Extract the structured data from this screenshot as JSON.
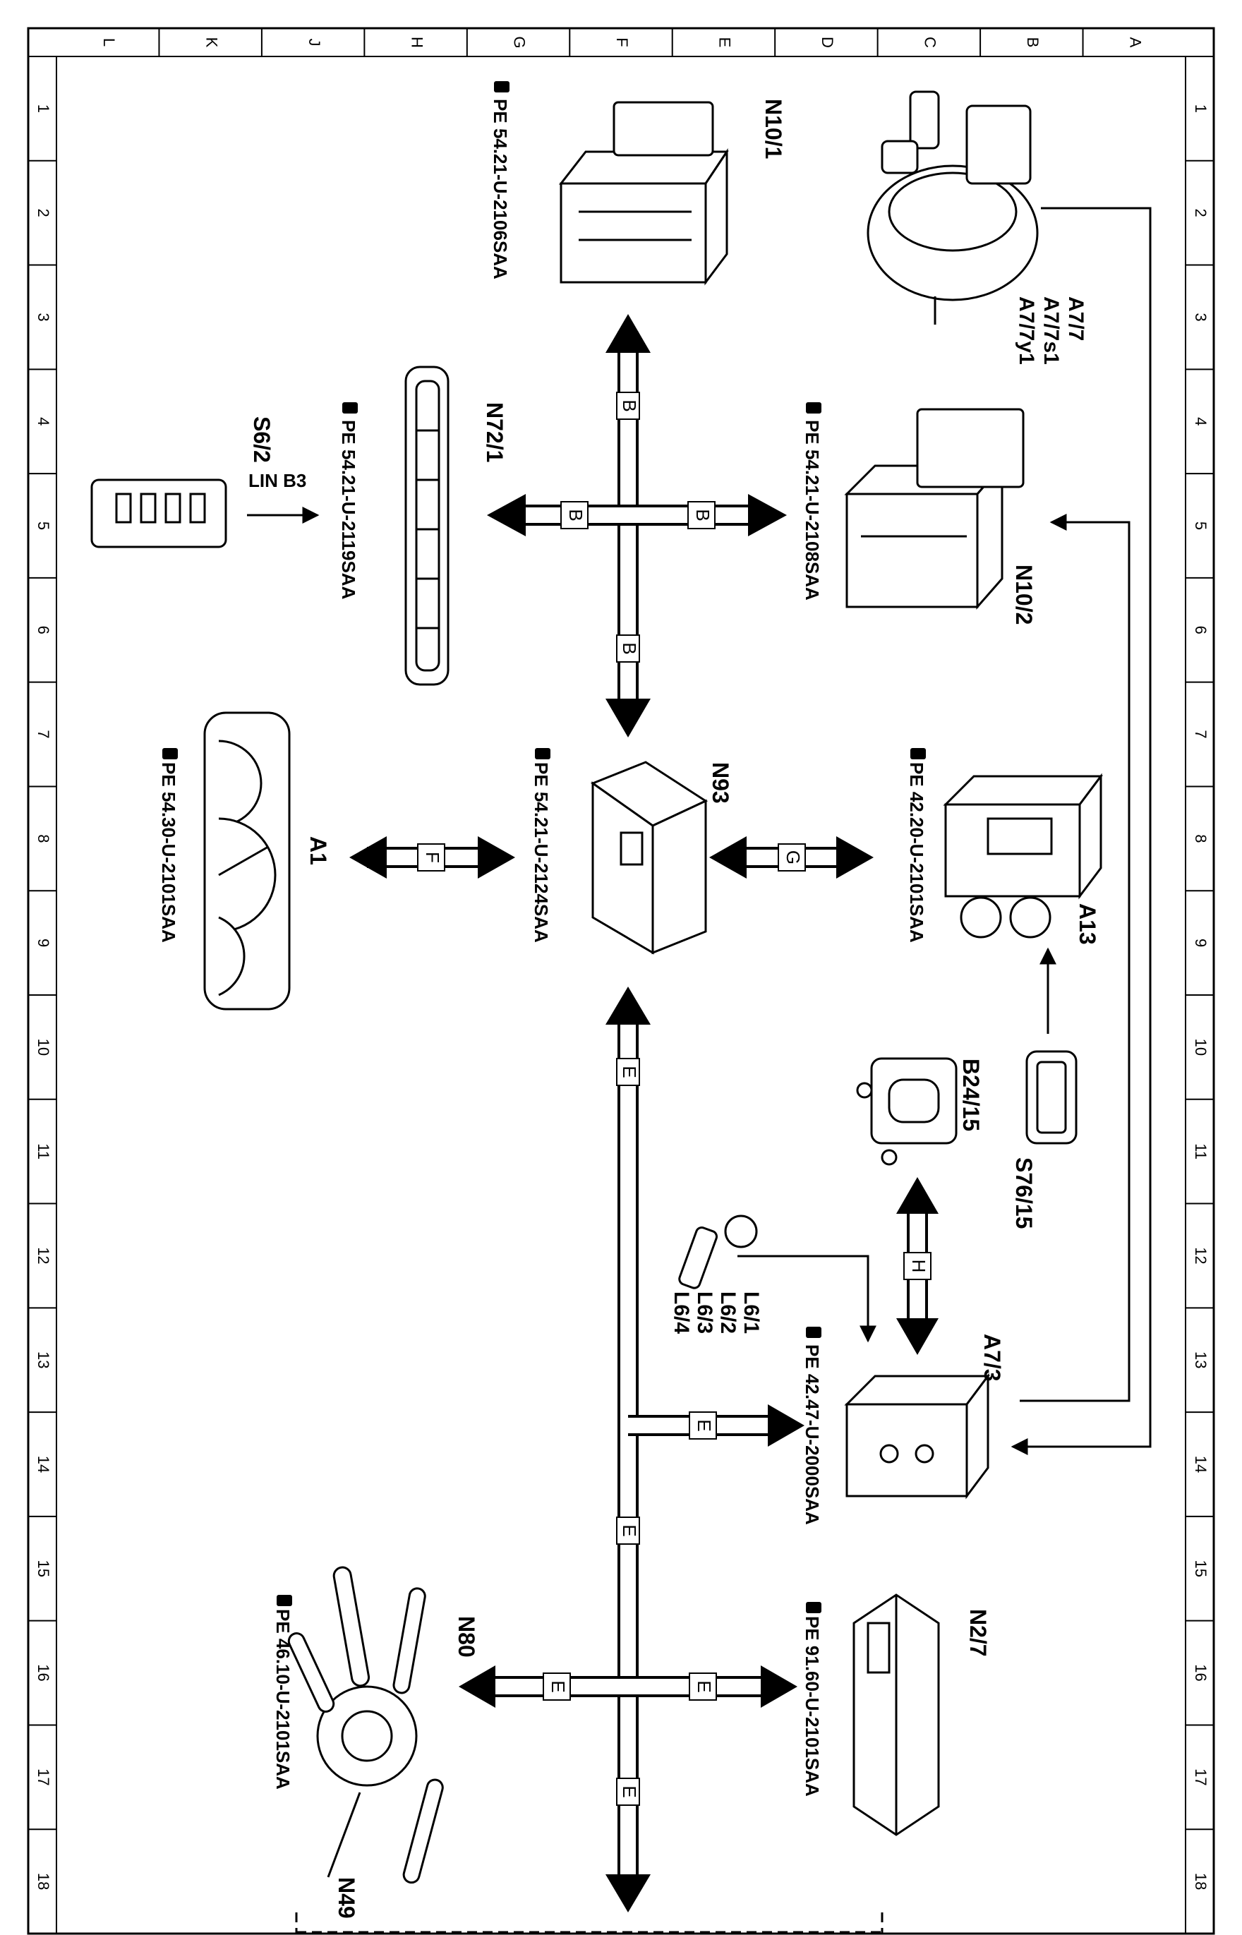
{
  "frame": {
    "top_letters": [
      "L",
      "K",
      "J",
      "H",
      "G",
      "F",
      "E",
      "D",
      "C",
      "B",
      "A"
    ],
    "row_numbers": [
      "1",
      "2",
      "3",
      "4",
      "5",
      "6",
      "7",
      "8",
      "9",
      "10",
      "11",
      "12",
      "13",
      "14",
      "15",
      "16",
      "17",
      "18"
    ]
  },
  "components": {
    "a77": [
      "A7/7",
      "A7/7s1",
      "A7/7y1"
    ],
    "n101": "N10/1",
    "n101_ref": "PE 54.21-U-2106SAA",
    "n102": "N10/2",
    "n102_ref": "PE 54.21-U-2108SAA",
    "n721": "N72/1",
    "n721_ref": "PE 54.21-U-2119SAA",
    "s62": "S6/2",
    "lin": "LIN B3",
    "n93": "N93",
    "n93_ref": "PE 54.21-U-2124SAA",
    "a13": "A13",
    "a13_ref": "PE 42.20-U-2101SAA",
    "a1": "A1",
    "a1_ref": "PE 54.30-U-2101SAA",
    "b2415": "B24/15",
    "s7615": "S76/15",
    "l6": [
      "L6/1",
      "L6/2",
      "L6/3",
      "L6/4"
    ],
    "a73": "A7/3",
    "a73_ref": "PE 42.47-U-2000SAA",
    "n27": "N2/7",
    "n27_ref": "PE 91.60-U-2101SAA",
    "n80": "N80",
    "n80_ref": "PE 46.10-U-2101SAA",
    "n49": "N49"
  },
  "bus_labels": {
    "b": "B",
    "e": "E",
    "f": "F",
    "g": "G",
    "h": "H"
  },
  "reference_icon": "pointing-hand-icon"
}
